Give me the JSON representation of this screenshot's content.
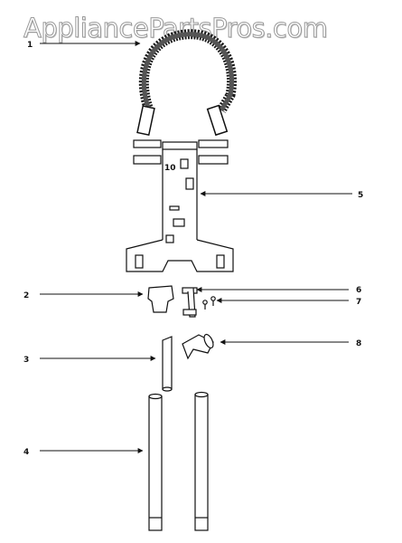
{
  "watermark": "AppliancePartsPros.com",
  "callouts": [
    {
      "id": "1",
      "label": "1"
    },
    {
      "id": "2",
      "label": "2"
    },
    {
      "id": "3",
      "label": "3"
    },
    {
      "id": "4",
      "label": "4"
    },
    {
      "id": "5",
      "label": "5"
    },
    {
      "id": "6",
      "label": "6"
    },
    {
      "id": "7",
      "label": "7"
    },
    {
      "id": "8",
      "label": "8"
    }
  ],
  "part_marking": "10"
}
